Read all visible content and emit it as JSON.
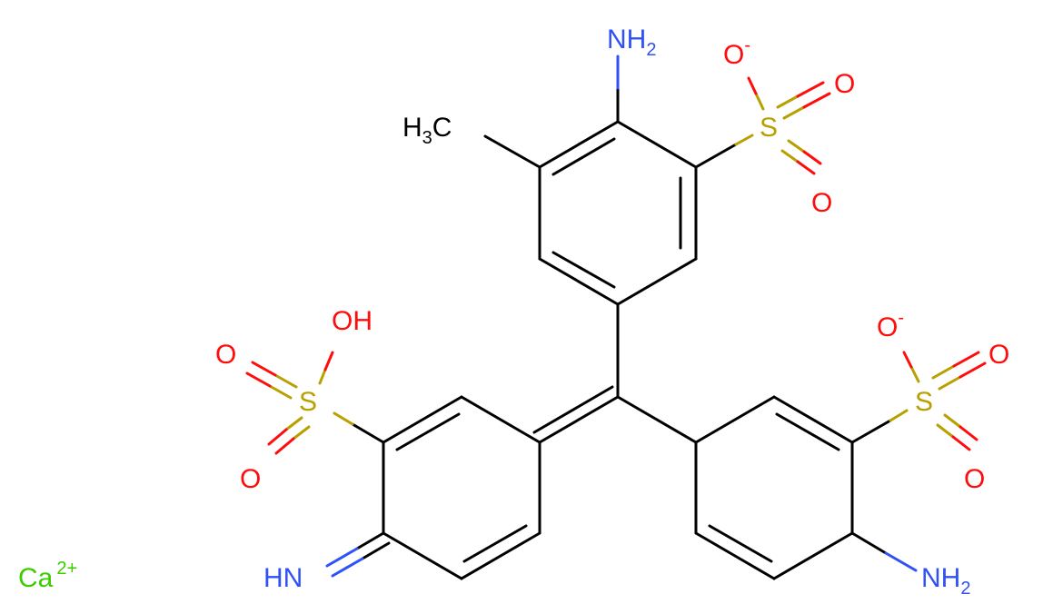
{
  "colors": {
    "carbon": "#000000",
    "nitrogen": "#3050F8",
    "oxygen": "#FF0D0D",
    "sulfur": "#B8A000",
    "calcium": "#3DCC00",
    "background": "#FFFFFF"
  },
  "atoms": {
    "nh2_top": {
      "main": "NH",
      "sub": "2"
    },
    "ch3": {
      "main": "H",
      "sub": "3",
      "tail": "C"
    },
    "o_minus_top": {
      "main": "O",
      "charge": "-"
    },
    "o_top_1": "O",
    "o_top_2": "O",
    "s_top": "S",
    "oh_left": "OH",
    "o_left_1": "O",
    "o_left_2": "O",
    "s_left": "S",
    "hn_imine": "HN",
    "o_minus_right": {
      "main": "O",
      "charge": "-"
    },
    "o_right_1": "O",
    "o_right_2": "O",
    "s_right": "S",
    "nh2_bottom": {
      "main": "NH",
      "sub": "2"
    },
    "ca": {
      "main": "Ca",
      "charge": "2+"
    }
  }
}
